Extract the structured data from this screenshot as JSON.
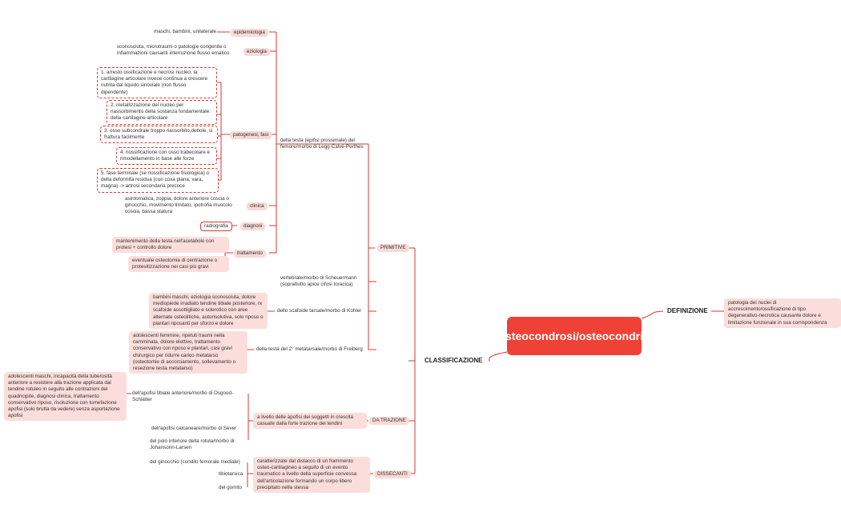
{
  "root": "osteocondrosi/osteocondriti",
  "definizione": {
    "label": "DEFINIZIONE",
    "text": "patologia dei nuclei di accrescimento/ossificazione di tipo degenerativo-necrotica causante dolore e limitazione funzionale in sua corrispondenza"
  },
  "classificazione": {
    "label": "CLASSIFICAZIONE",
    "primitive": {
      "label": "PRIMITIVE",
      "perthes": {
        "label": "della testa (epifisi prossimale) del femore/morbo di Legg-Calvé-Perthes",
        "epidemiologia": {
          "label": "epidemiologia",
          "text": "maschi, bambini, unilaterale"
        },
        "eziologia": {
          "label": "eziologia",
          "text": "sconosciuta, microtraumi o patologie congenite o infiammazioni causanti interruzione flusso ematico"
        },
        "patogenesi": {
          "label": "patogenesi, fasi",
          "fasi": [
            "1. arresto ossificazione e necrosi nucleo, la cartilagine articolare invece continua a crescere nutrita dal liquido sinoviale (non flusso dipendente)",
            "2. metallizzazione del nucleo per riassorbimento della sostanza fondamentale della cartilagine articolare",
            "3. osso subcondrale troppo riassorbito,debole, si frattura facilmente",
            "4. riossificazione con osso trabecolare e rimodellamento in base alle forze",
            "5. fase terminale (se riossificazione fisiologica) o della deformità residua (con coxa plana, vara, magna) -> artrosi secondaria precoce"
          ]
        },
        "clinica": {
          "label": "clinica",
          "text": "asintomatica, zoppia, dolore anteriore coscia o ginocchio, movimento limitato, ipotrofia muscolo coscia, bassa statura"
        },
        "diagnosi": {
          "label": "diagnosi",
          "text": "radiografia"
        },
        "trattamento": {
          "label": "trattamento",
          "items": [
            "mantenimento della testa nell'acetabolo con protesi + controllo dolore",
            "eventuale osteotomia di centrazione o protesitizzazione nei casi più gravi"
          ]
        }
      },
      "scheuermann": {
        "label": "vertebrale/morbo di Scheuermann (soprattutto apice cifosi toracica)"
      },
      "kohler": {
        "label": "dello scafoide tarsale/morbo di Kohler",
        "text": "bambini maschi, eziologia sconosciuta, dolore mediopiede irradiato tendine tibiale posteriore, rx scafoide assottigliato e sclerotico con aree alternate osteolitiche, autorisolutiva, solo riposo o plantari riposanti per sforzo e dolore"
      },
      "freiberg": {
        "label": "della testa del 2° metatarsale/morbo di Freiberg",
        "text": "adolescenti femmine, ripetuti traumi nella camminata, dolore elettivo, trattamento conservativo con riposo e plantari, casi gravi chirurgico per ridurre carico metatarso (osteotomie di accorciamento, sollevamento o resezione testa metatarso)"
      }
    },
    "trazione": {
      "label": "DA TRAZIONE",
      "desc": "a livello delle apofisi dei soggetti in crescita casuate dalla forte trazione dei tendini",
      "osgood": {
        "label": "dell'apofisi tibiale anteriore/morbo di Osgood-Schlatter",
        "text": "adolescenti maschi, incapacità della tuberosità anteriore a resistere alla trazione applicata dal tendine rotuleo in seguito alle contrazioni del quadricipite, diagnosi clinica, trattamento conservativo riposo, risoluzione con tumefazione apofisi (solo brutta da vedere) senza asportazione apofisi"
      },
      "sever": "dell'apofisi calcaneare/morbo di Sever",
      "johansson": "del polo inferiore della rotula/morbo di Johansonn-Larsen"
    },
    "dissecanti": {
      "label": "DISSECANTI",
      "desc": "caratterizzate dal distacco di un frammento osteo-cartilagineo a seguito di un evento traumatico a livello della superficie convessa dell'articolazione formando un corpo libero precipitato nella stessa",
      "items": [
        "del ginocchio (condilo femorale mediale)",
        "tibiotarsica",
        "del gomito"
      ]
    }
  },
  "colors": {
    "accent": "#ef4136",
    "line": "#d7392f",
    "node_fill": "#f9d9d6"
  }
}
